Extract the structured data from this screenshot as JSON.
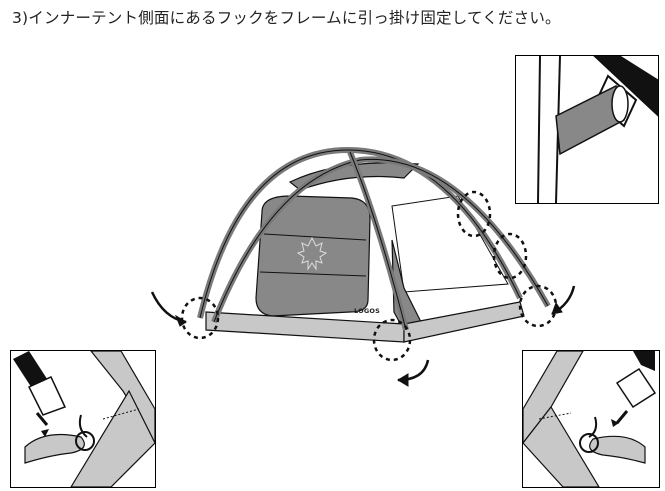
{
  "instruction": {
    "text": "3)インナーテント側面にあるフックをフレームに引っ掛け固定してください。"
  },
  "tent": {
    "logo_text": "LOGOS"
  },
  "colors": {
    "fabric_dark": "#888888",
    "fabric_light": "#c8c8c8",
    "outline": "#111111",
    "pole": "#7a7a7a"
  },
  "panels": {
    "top_right": {
      "depicts": "pole-sleeve-close-up"
    },
    "bottom_left": {
      "depicts": "hook-attach-close-up-left"
    },
    "bottom_right": {
      "depicts": "hook-attach-close-up-right"
    }
  }
}
